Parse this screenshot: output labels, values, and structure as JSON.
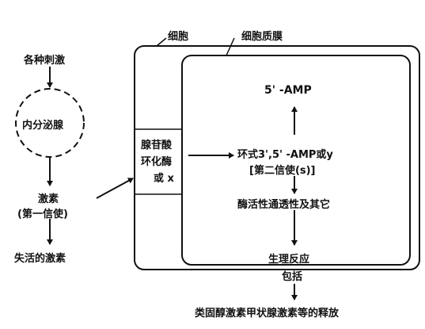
{
  "labels": {
    "cell": "细胞",
    "membrane": "细胞质膜",
    "stimuli": "各种刺激",
    "gland": "内分泌腺",
    "hormone": "激素",
    "first_messenger": "(第一信使)",
    "inactive_hormone": "失活的激素",
    "enzyme_line1": "腺苷酸",
    "enzyme_line2": "环化酶",
    "enzyme_line3": "或 x",
    "amp5": "5' -AMP",
    "camp": "环式3',5' -AMP或y",
    "second_messenger": "[第二信使(s)]",
    "enzyme_activity": "酶活性通透性及其它",
    "response": "生理反应",
    "including": "包括",
    "release": "类固醇激素甲状腺激素等的释放"
  }
}
